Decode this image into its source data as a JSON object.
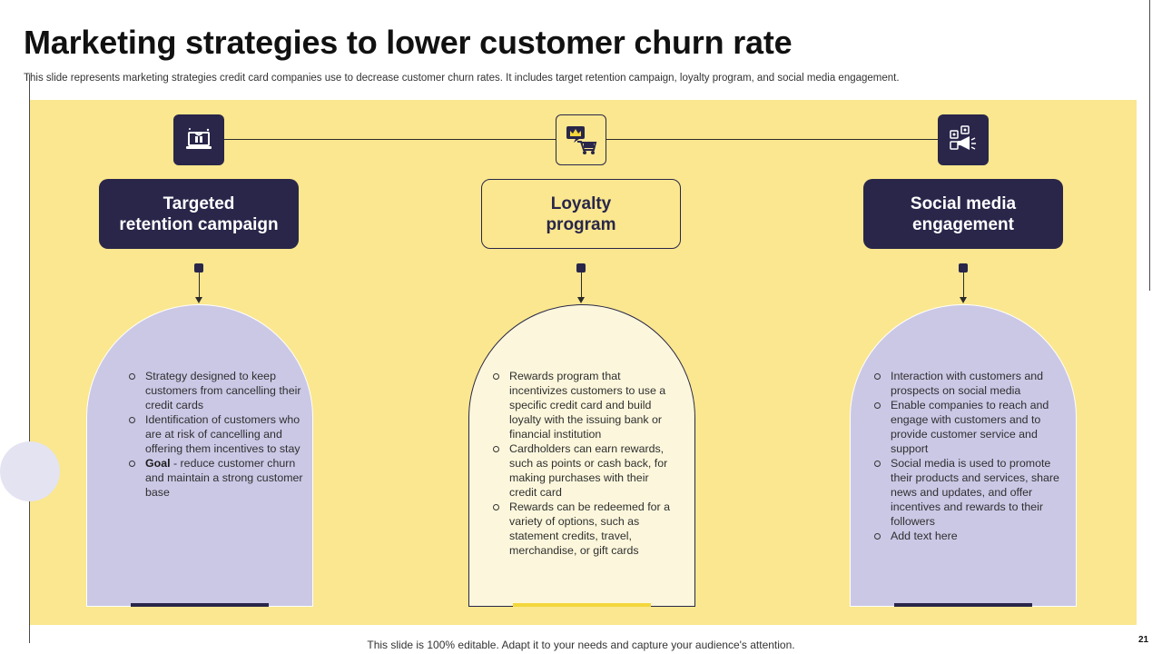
{
  "slide": {
    "title": "Marketing strategies to lower customer churn rate",
    "subtitle": "This slide represents marketing strategies credit card companies use to decrease customer churn rates. It includes target retention campaign, loyalty program, and social media engagement.",
    "footer": "This slide is 100% editable. Adapt it to your needs and capture your audience's attention.",
    "page_number": "21"
  },
  "colors": {
    "accent_yellow": "#fae78f",
    "dark_navy": "#29264a",
    "lavender": "#cbc8e6",
    "cream": "#fcf7dc"
  },
  "columns": [
    {
      "heading_line1": "Targeted",
      "heading_line2": "retention campaign",
      "icon": "laptop-gift-icon",
      "bullets": [
        "Strategy designed to keep customers from cancelling their credit cards",
        "Identification of customers who are at risk of cancelling and offering them incentives to stay"
      ],
      "goal_label": "Goal",
      "goal_text": " - reduce customer churn and maintain a strong customer base"
    },
    {
      "heading_line1": "Loyalty",
      "heading_line2": "program",
      "icon": "crown-cart-icon",
      "bullets": [
        "Rewards program that incentivizes customers to use a specific credit card and build loyalty with the issuing bank or financial institution",
        "Cardholders can earn rewards, such as points or cash back, for making purchases with their credit card",
        "Rewards can be redeemed for a variety of options, such as statement credits, travel, merchandise, or gift cards"
      ]
    },
    {
      "heading_line1": "Social media",
      "heading_line2": "engagement",
      "icon": "social-megaphone-icon",
      "bullets": [
        "Interaction with customers and prospects on social media",
        "Enable companies to reach and engage with customers and to provide customer service and support",
        "Social media is used to promote their products and services, share news and updates, and offer incentives and rewards to their followers",
        "Add text here"
      ]
    }
  ]
}
